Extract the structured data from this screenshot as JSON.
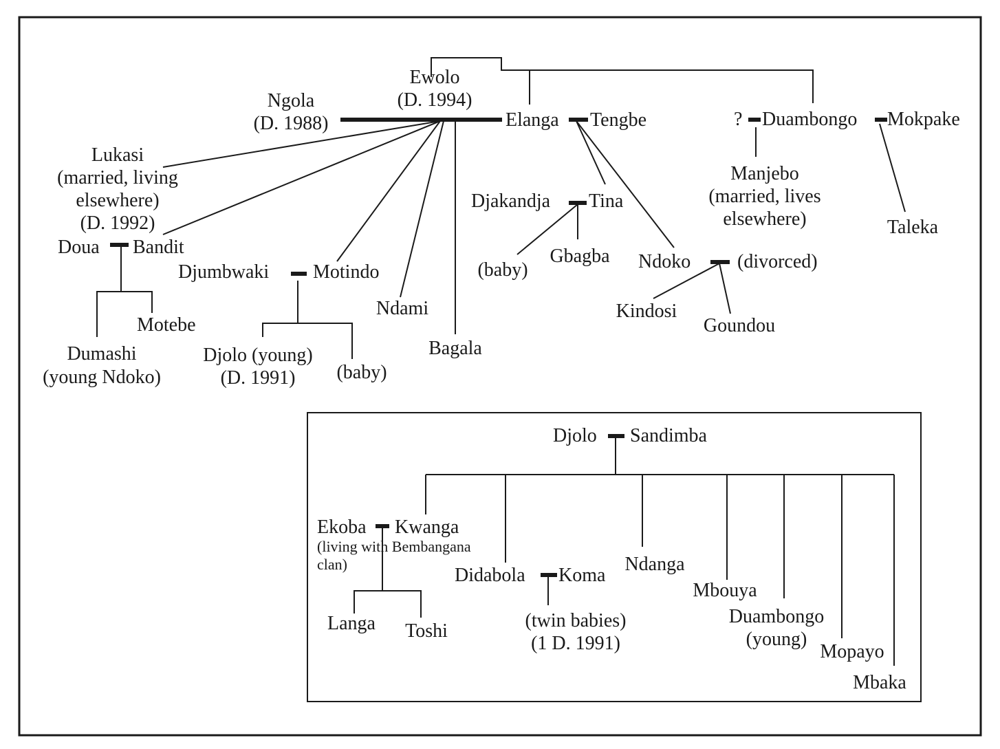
{
  "main_tree": {
    "ewolo": "Ewolo",
    "ewolo_death": "(D. 1994)",
    "ngola": "Ngola",
    "ngola_death": "(D. 1988)",
    "elanga": "Elanga",
    "tengbe": "Tengbe",
    "unknown_spouse": "?",
    "duambongo": "Duambongo",
    "mokpake": "Mokpake",
    "lukasi": [
      "Lukasi",
      "(married, living",
      "elsewhere)",
      "(D. 1992)"
    ],
    "doua": "Doua",
    "bandit": "Bandit",
    "dumashi": [
      "Dumashi",
      "(young Ndoko)"
    ],
    "motebe": "Motebe",
    "djumbwaki": "Djumbwaki",
    "motindo": "Motindo",
    "djolo_young": [
      "Djolo (young)",
      "(D. 1991)"
    ],
    "motindo_baby": "(baby)",
    "ndami": "Ndami",
    "bagala": "Bagala",
    "djakandja": "Djakandja",
    "tina": "Tina",
    "tina_baby": "(baby)",
    "gbagba": "Gbagba",
    "ndoko": "Ndoko",
    "ndoko_spouse": "(divorced)",
    "kindosi": "Kindosi",
    "goundou": "Goundou",
    "manjebo": [
      "Manjebo",
      "(married, lives",
      "elsewhere)"
    ],
    "taleka": "Taleka"
  },
  "inset_tree": {
    "djolo": "Djolo",
    "sandimba": "Sandimba",
    "ekoba": "Ekoba",
    "kwanga": "Kwanga",
    "kwanga_note": [
      "(living with Bembangana",
      "clan)"
    ],
    "langa": "Langa",
    "toshi": "Toshi",
    "didabola": "Didabola",
    "koma": "Koma",
    "twins": [
      "(twin babies)",
      "(1 D. 1991)"
    ],
    "ndanga": "Ndanga",
    "mbouya": "Mbouya",
    "duambongo_young": [
      "Duambongo",
      "(young)"
    ],
    "mopayo": "Mopayo",
    "mbaka": "Mbaka"
  }
}
